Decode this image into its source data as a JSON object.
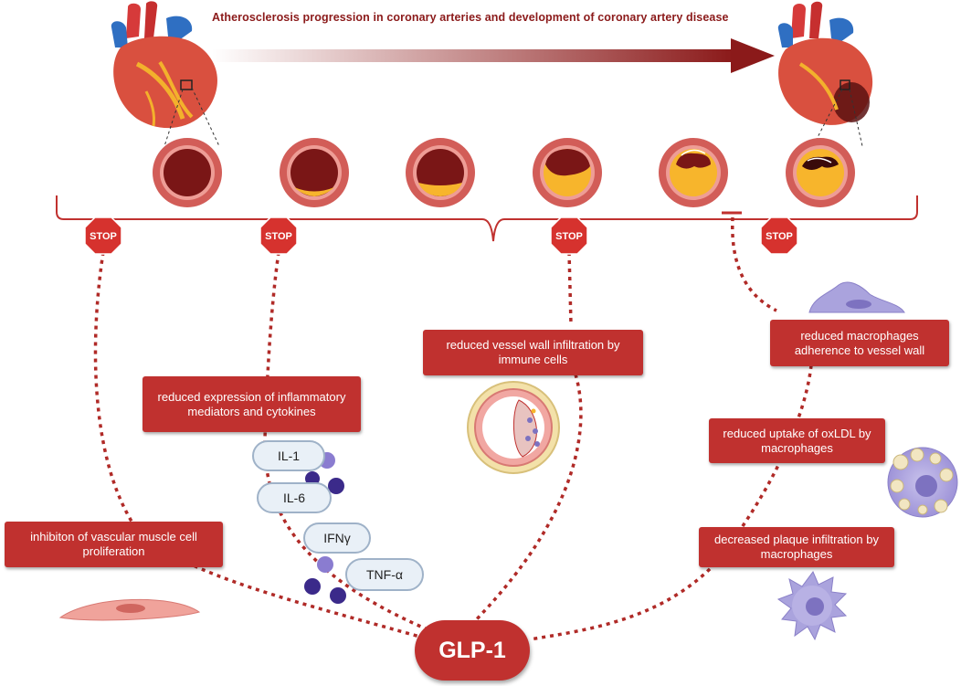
{
  "title": "Atherosclerosis progression in coronary arteries and development of coronary artery disease",
  "stop_label": "STOP",
  "boxes": {
    "vascular_muscle": "inhibiton of vascular muscle cell proliferation",
    "inflammatory": "reduced expression of inflammatory mediators and cytokines",
    "vessel_wall": "reduced vessel wall infiltration by immune cells",
    "macrophage_adherence": "reduced macrophages adherence to vessel wall",
    "oxldl": "reduced uptake of oxLDL by macrophages",
    "plaque": "decreased plaque infiltration by macrophages"
  },
  "cytokines": {
    "il1": "IL-1",
    "il6": "IL-6",
    "ifng": "IFNγ",
    "tnfa": "TNF-α"
  },
  "center": "GLP-1",
  "colors": {
    "accent": "#c0312f",
    "dark_red": "#8b1a1a",
    "plaque_yellow": "#f7b52c",
    "vessel_pink": "#e07a74",
    "cytokine_purple": "#3b2a8a"
  }
}
